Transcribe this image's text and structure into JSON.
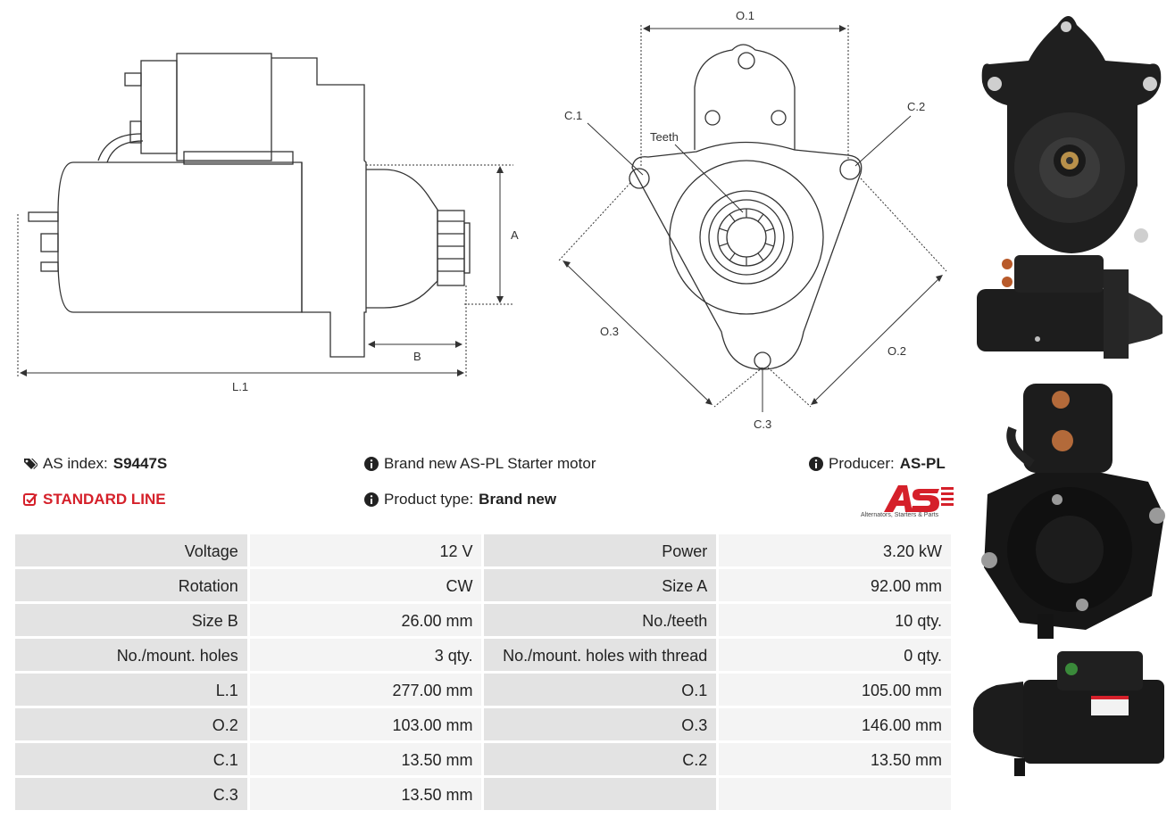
{
  "drawing": {
    "side_labels": {
      "a": "A",
      "b": "B",
      "l1": "L.1"
    },
    "front_labels": {
      "o1": "O.1",
      "o2": "O.2",
      "o3": "O.3",
      "c1": "C.1",
      "c2": "C.2",
      "c3": "C.3",
      "teeth": "Teeth"
    }
  },
  "info": {
    "as_index_label": "AS index:",
    "as_index_value": "S9447S",
    "line": "STANDARD LINE",
    "description": "Brand new AS-PL Starter motor",
    "product_type_label": "Product type:",
    "product_type_value": "Brand new",
    "producer_label": "Producer:",
    "producer_value": "AS-PL"
  },
  "logo": {
    "text": "AS",
    "tagline": "Alternators, Starters & Parts"
  },
  "specs": [
    {
      "k1": "Voltage",
      "v1": "12 V",
      "k2": "Power",
      "v2": "3.20 kW"
    },
    {
      "k1": "Rotation",
      "v1": "CW",
      "k2": "Size A",
      "v2": "92.00 mm"
    },
    {
      "k1": "Size B",
      "v1": "26.00 mm",
      "k2": "No./teeth",
      "v2": "10 qty."
    },
    {
      "k1": "No./mount. holes",
      "v1": "3 qty.",
      "k2": "No./mount. holes with thread",
      "v2": "0 qty."
    },
    {
      "k1": "L.1",
      "v1": "277.00 mm",
      "k2": "O.1",
      "v2": "105.00 mm"
    },
    {
      "k1": "O.2",
      "v1": "103.00 mm",
      "k2": "O.3",
      "v2": "146.00 mm"
    },
    {
      "k1": "C.1",
      "v1": "13.50 mm",
      "k2": "C.2",
      "v2": "13.50 mm"
    },
    {
      "k1": "C.3",
      "v1": "13.50 mm",
      "k2": "",
      "v2": ""
    }
  ],
  "colors": {
    "accent_red": "#d5202a",
    "key_cell": "#e3e3e3",
    "value_cell": "#f4f4f4"
  }
}
